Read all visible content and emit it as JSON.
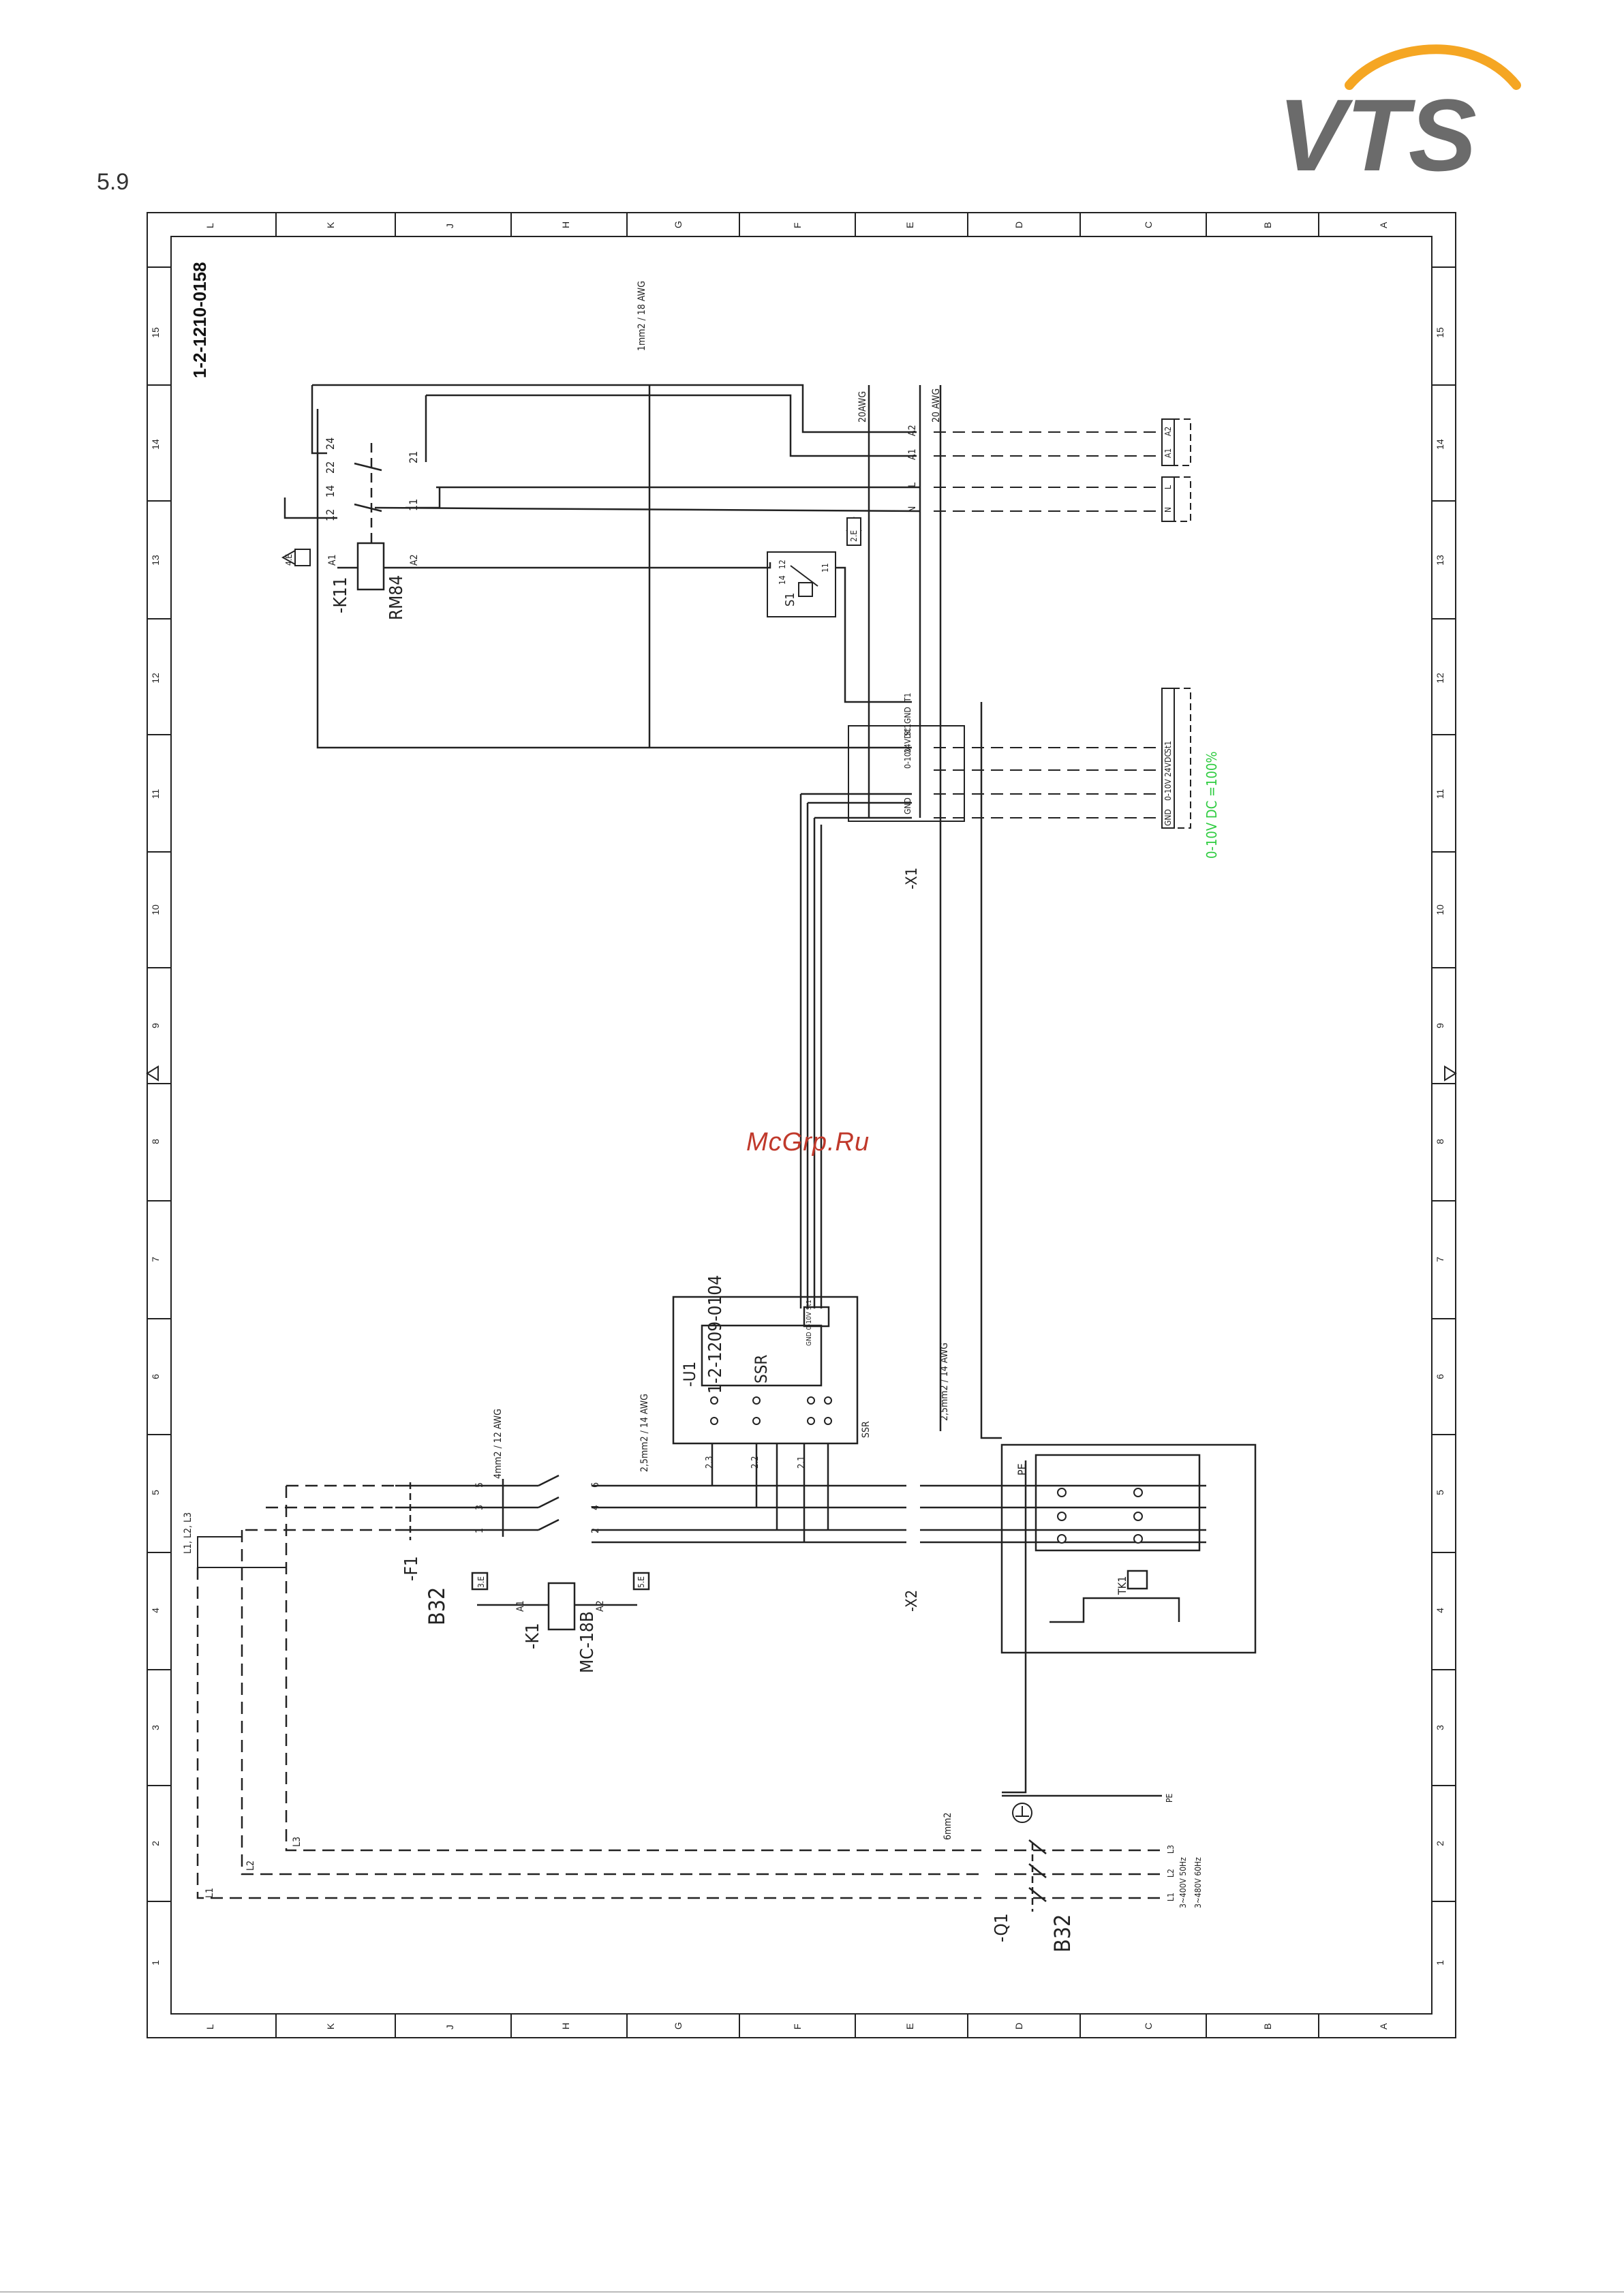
{
  "section_number": "5.9",
  "brand": "VTS",
  "watermark": "McGrp.Ru",
  "drawing_number": "1-2-1210-0158",
  "column_letters_top": [
    "L",
    "K",
    "J",
    "H",
    "G",
    "F",
    "E",
    "D",
    "C",
    "B",
    "A"
  ],
  "column_letters_bottom": [
    "L",
    "K",
    "J",
    "H",
    "G",
    "F",
    "E",
    "D",
    "C",
    "B",
    "A"
  ],
  "row_numbers": [
    "15",
    "14",
    "13",
    "12",
    "11",
    "10",
    "9",
    "8",
    "7",
    "6",
    "5",
    "4",
    "3",
    "2",
    "1"
  ],
  "labels": {
    "wire_1mm2": "1mm2 / 18 AWG",
    "wire_20awg_a": "20AWG",
    "wire_20awg_b": "20 AWG",
    "wire_4mm2": "4mm2 / 12 AWG",
    "wire_25mm2_a": "2,5mm2 / 14 AWG",
    "wire_25mm2_b": "2,5mm2 / 14 AWG",
    "wire_6mm2": "6mm2",
    "k11": "-K11",
    "rm84": "RM84",
    "k11_a1": "A1",
    "k11_a2": "A2",
    "c24": "24",
    "c22": "22",
    "c14": "14",
    "c12": "12",
    "c21": "21",
    "c11": "11",
    "s1": "S1",
    "s1_12": "12",
    "s1_14": "14",
    "s1_11": "11",
    "x1": "-X1",
    "x1_a2": "A2",
    "x1_a1": "A1",
    "x1_l": "L",
    "x1_n": "N",
    "x1_gnd_a": "GND",
    "x1_t1": "T1",
    "x1_010v": "0-10V",
    "x1_24vdc": "24VDC",
    "x1_st": "St1",
    "x1_gnd_b": "GND",
    "ref_4e": "4.E",
    "ref_2e": "2.E",
    "ext_a2": "A2",
    "ext_a1": "A1",
    "ext_l": "L",
    "ext_n": "N",
    "ext_gnd": "GND",
    "ext_010v": "0-10V",
    "ext_24vdc": "24VDC",
    "ext_st": "St1",
    "signal": "0-10V DC =100%",
    "u1": "-U1",
    "ssr": "SSR",
    "u1_code": "1-2-1209-0104",
    "ssr_side": "SSR",
    "ssr_pins": "GND  0-10V  St1",
    "c2_1": "2.1",
    "c2_2": "2.2",
    "c2_3": "2.3",
    "f1": "-F1",
    "b32_f1": "B32",
    "k1": "-K1",
    "mc18b": "MC-18B",
    "k1_a1": "A1",
    "k1_a2": "A2",
    "ref_3e": "3.E",
    "ref_5e": "5.E",
    "x2": "-X2",
    "pe": "PE",
    "tk1": "TK1",
    "q1": "-Q1",
    "b32_q1": "B32",
    "l1l2l3": "L1, L2, L3",
    "l1": "L1",
    "l2": "L2",
    "l3": "L3",
    "supply_1": "3~400V 50Hz",
    "supply_2": "3~480V 60Hz",
    "pe_out": "PE",
    "l1_out": "L1",
    "l2_out": "L2",
    "l3_out": "L3",
    "n1": "1",
    "n2": "2",
    "n3": "3",
    "n4": "4",
    "n5": "5",
    "n6": "6"
  },
  "colors": {
    "ink": "#222222",
    "signal_green": "#2ecc40",
    "logo_orange": "#f5a623",
    "logo_grey": "#6b6b6b"
  }
}
